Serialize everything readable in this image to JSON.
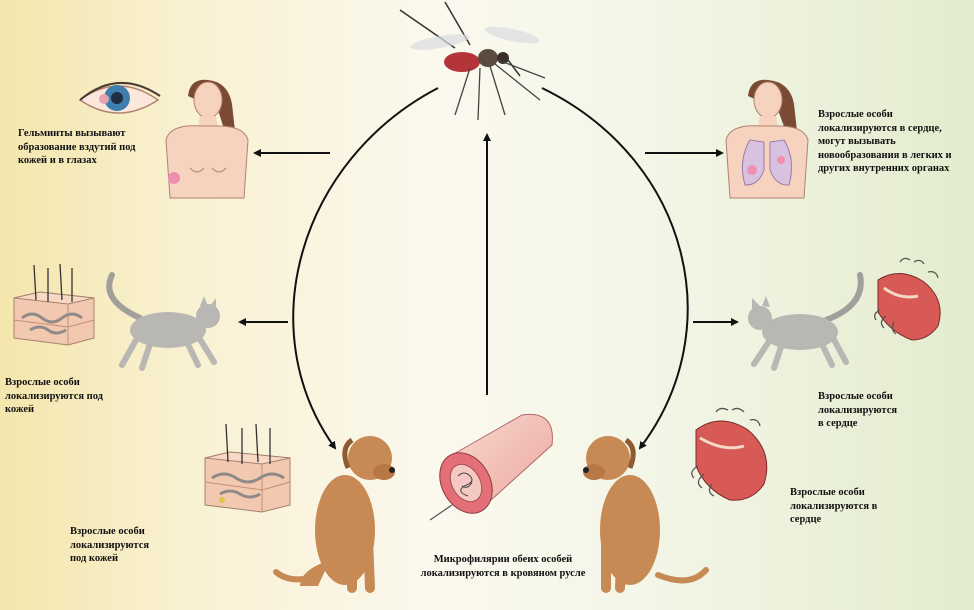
{
  "labels": {
    "human_left": "Гельминты вызывают\nобразование вздутий под\nкожей и в глазах",
    "human_right": "Взрослые особи\nлокализируются  в сердце,\nмогут вызывать\nновообразования в легких и\nдругих внутренних органах",
    "cat_left": "Взрослые особи\nлокализируются под\nкожей",
    "cat_right": "Взрослые особи\nлокализируются\nв сердце",
    "dog_left": "Взрослые особи\nлокализируются\nпод кожей",
    "dog_right": "Взрослые особи\nлокализируются в\nсердце",
    "center": "Микрофилярии обеих особей\nлокализируются в кровяном русле"
  },
  "icons": [
    "mosquito-icon",
    "eye-icon",
    "human-torso-icon",
    "human-lungs-icon",
    "skin-section-icon",
    "cat-icon",
    "heart-icon",
    "dog-icon",
    "blood-vessel-icon",
    "arrow-icon"
  ],
  "colors": {
    "left_gradient": "#f4e6ad",
    "right_gradient": "#e3ecce",
    "skin_tone": "#f6d3be",
    "dog_fur": "#c78a55",
    "cat_fur": "#b9b7b3",
    "heart_red": "#d85a57",
    "vessel_pink": "#f2b2ae"
  }
}
